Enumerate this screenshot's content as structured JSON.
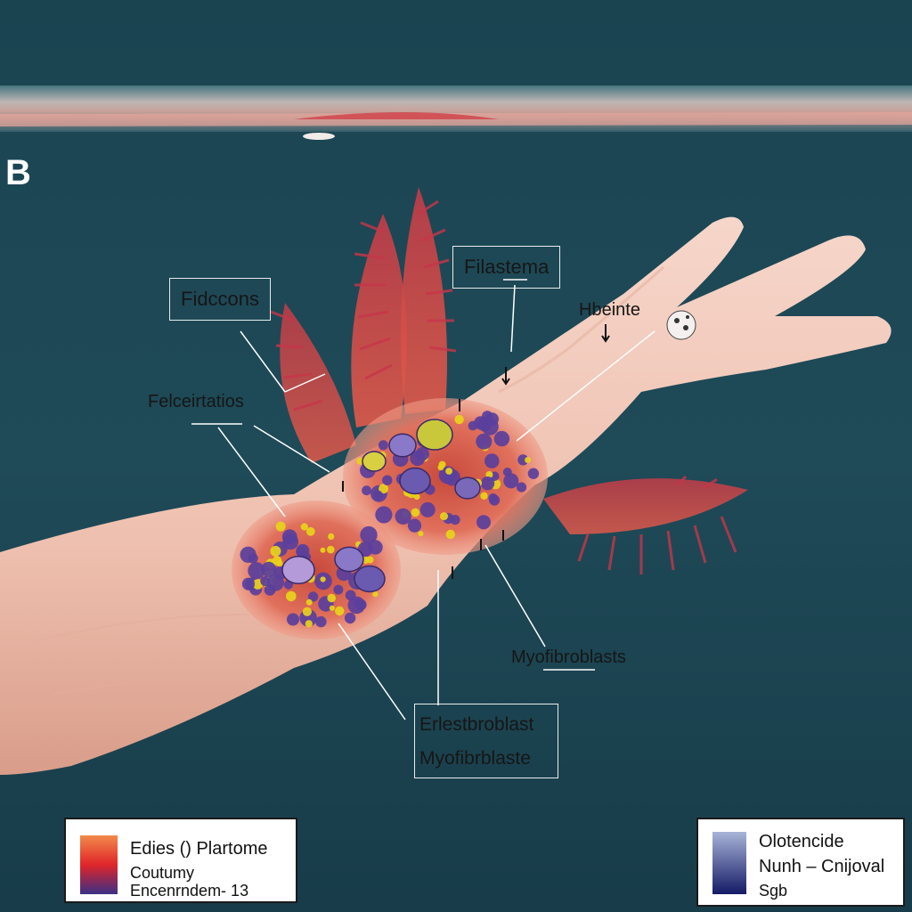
{
  "panel_letter": "B",
  "labels": {
    "fidccons": "Fidccons",
    "filastema": "Filastema",
    "hbeinte": "Hbeinte",
    "felceirtatios": "Felceirtatios",
    "myofibroblasts": "Myofibroblasts",
    "erlestbroblast": "Erlestbroblast",
    "myofibrblaste": "Myofibrblaste"
  },
  "legend_left": {
    "line1": "Edies () Plartome",
    "line2": "Coutumy",
    "line3": "Encenrndem- 13",
    "swatch_colors": [
      "#f28a4a",
      "#e0252a",
      "#3b2f86"
    ]
  },
  "legend_right": {
    "line1": "Olotencide",
    "line2": "Nunh – Cnijoval",
    "line3": "Sgb",
    "swatch_colors": [
      "#a8b4d8",
      "#141a66"
    ]
  },
  "colors": {
    "background": "#1d4452",
    "skin": "#f0c4b4",
    "wound": "#d8574a",
    "cell_purple": "#5a3f9c",
    "cell_yellow": "#e8d21a",
    "gill": "#d9474a"
  }
}
